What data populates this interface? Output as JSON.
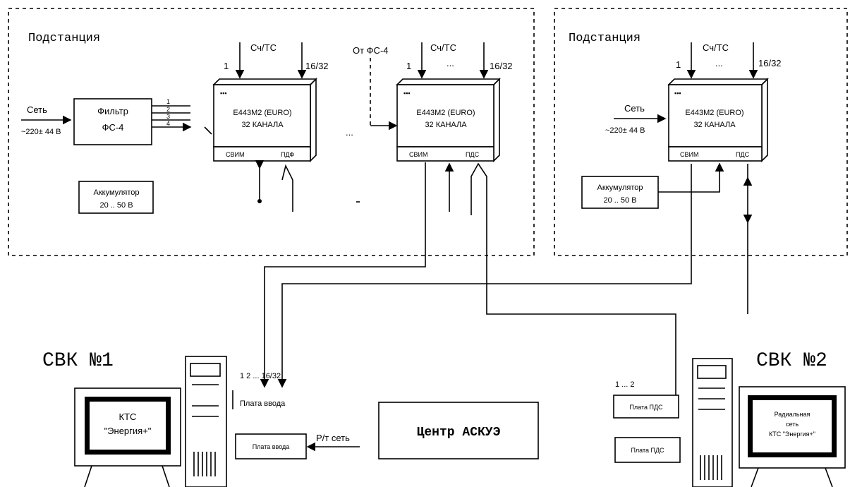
{
  "substation1": {
    "title": "Подстанция"
  },
  "substation2": {
    "title": "Подстанция"
  },
  "power": {
    "net": "Сеть",
    "voltage": "~220± 44 В"
  },
  "filter": {
    "line1": "Фильтр",
    "line2": "ФС-4",
    "ports": [
      "1",
      "2",
      "3",
      "4"
    ]
  },
  "battery": {
    "line1": "Аккумулятор",
    "line2": "20 .. 50 В"
  },
  "device": {
    "line1": "Е443М2 (EURO)",
    "line2": "32 КАНАЛА",
    "port_left": "СВИМ",
    "port_right_a": "ПДФ",
    "port_right_b": "ПДС"
  },
  "inputs": {
    "label": "Сч/ТС",
    "first": "1",
    "last": "16/32",
    "dots": "...",
    "from_fs": "От ФС-4"
  },
  "ellipsis": "...",
  "svk1": {
    "title": "СВК №1",
    "screen_line1": "КТС",
    "screen_line2": "\"Энергия+\"",
    "card1": "Плата ввода",
    "card2": "Плата ввода",
    "inputs": "1 2 ... 16/32",
    "rnet": "Р/т сеть"
  },
  "center": {
    "title": "Центр АСКУЭ"
  },
  "svk2": {
    "title": "СВК №2",
    "card1": "Плата ПДС",
    "card2": "Плата ПДС",
    "inputs": "1 ... 2",
    "screen_line1": "Радиальная",
    "screen_line2": "сеть",
    "screen_line3": "КТС \"Энергия+\""
  }
}
